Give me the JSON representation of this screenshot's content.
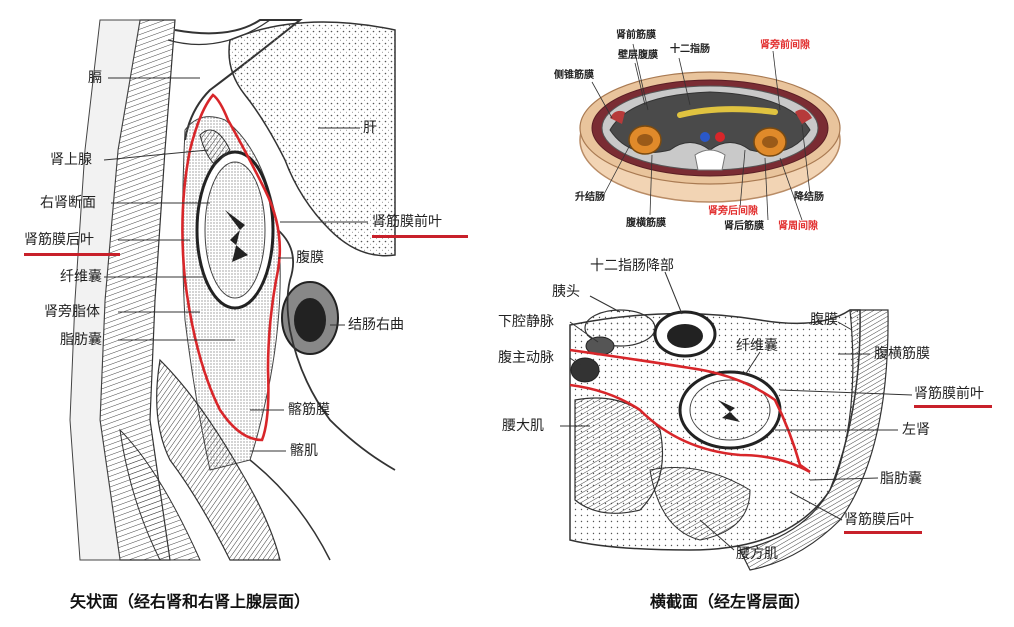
{
  "sagittal": {
    "caption": "矢状面（经右肾和右肾上腺层面）",
    "labels": {
      "diaphragm": "膈",
      "liver": "肝",
      "adrenal": "肾上腺",
      "kidney_section": "右肾断面",
      "posterior_layer": "肾筋膜后叶",
      "anterior_layer": "肾筋膜前叶",
      "fibrous_capsule": "纤维囊",
      "peritoneum": "腹膜",
      "pararenal_fat": "肾旁脂体",
      "colon_flexure": "结肠右曲",
      "fat_capsule": "脂肪囊",
      "iliac_fascia": "髂筋膜",
      "iliac_muscle": "髂肌"
    }
  },
  "overview": {
    "labels": {
      "anterior_renal_fascia": "肾前筋膜",
      "parietal_peritoneum": "壁层腹膜",
      "duodenum": "十二指肠",
      "anterior_pararenal_space": "肾旁前间隙",
      "lateroconal_fascia": "侧锥筋膜",
      "ascending_colon": "升结肠",
      "transversalis_fascia": "腹横筋膜",
      "posterior_pararenal_space": "肾旁后间隙",
      "posterior_renal_fascia": "肾后筋膜",
      "perirenal_space": "肾周间隙",
      "descending_colon": "降结肠"
    }
  },
  "transverse": {
    "caption": "横截面（经左肾层面）",
    "labels": {
      "duodenum_desc": "十二指肠降部",
      "pancreas_head": "胰头",
      "ivc": "下腔静脉",
      "aorta": "腹主动脉",
      "psoas": "腰大肌",
      "fibrous_capsule": "纤维囊",
      "peritoneum": "腹膜",
      "transversalis_fascia": "腹横筋膜",
      "anterior_layer": "肾筋膜前叶",
      "left_kidney": "左肾",
      "fat_capsule": "脂肪囊",
      "posterior_layer": "肾筋膜后叶",
      "quadratus": "腰方肌"
    }
  },
  "colors": {
    "fascia_red": "#d8262a",
    "label_red": "#e23030",
    "sketch": "#3a3a3a"
  }
}
